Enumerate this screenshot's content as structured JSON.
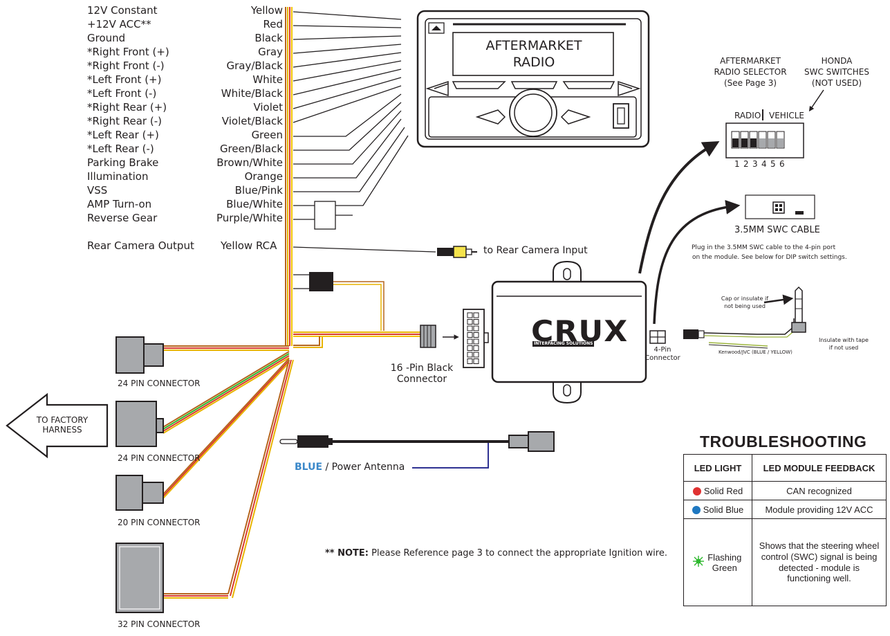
{
  "functions": [
    "12V Constant",
    "+12V ACC**",
    "Ground",
    "*Right Front (+)",
    "*Right Front (-)",
    "*Left Front (+)",
    "*Left Front (-)",
    "*Right Rear (+)",
    "*Right Rear (-)",
    "*Left Rear (+)",
    "*Left Rear (-)",
    "Parking Brake",
    "Illumination",
    "VSS",
    "AMP Turn-on",
    "Reverse Gear"
  ],
  "wire_colors": [
    "Yellow",
    "Red",
    "Black",
    "Gray",
    "Gray/Black",
    "White",
    "White/Black",
    "Violet",
    "Violet/Black",
    "Green",
    "Green/Black",
    "Brown/White",
    "Orange",
    "Blue/Pink",
    "Blue/White",
    "Purple/White"
  ],
  "rear_camera": {
    "function": "Rear Camera Output",
    "color": "Yellow RCA",
    "target": "to Rear Camera Input"
  },
  "radio": {
    "line1": "AFTERMARKET",
    "line2": "RADIO"
  },
  "selector": {
    "l1": "AFTERMARKET",
    "l2": "RADIO SELECTOR",
    "l3": "(See Page 3)",
    "radio": "RADIO",
    "vehicle": "VEHICLE",
    "numbers": [
      "1",
      "2",
      "3",
      "4",
      "5",
      "6"
    ]
  },
  "honda": {
    "l1": "HONDA",
    "l2": "SWC SWITCHES",
    "l3": "(NOT USED)"
  },
  "swc_cable": {
    "title": "3.5MM SWC CABLE",
    "note1": "Plug in the 3.5MM SWC cable to the 4-pin port",
    "note2": "on the module. See below for DIP switch settings."
  },
  "cap_note": {
    "l1": "Cap or insulate if",
    "l2": "not being used"
  },
  "tape_note": {
    "l1": "Insulate with tape",
    "l2": "if not used"
  },
  "kenwood": "Kenwood/JVC (BLUE / YELLOW)",
  "four_pin": {
    "l1": "4-Pin",
    "l2": "Connector"
  },
  "sixteen_pin": {
    "l1": "16 -Pin Black",
    "l2": "Connector"
  },
  "crux": {
    "name": "CRUX",
    "sub": "INTERFACING SOLUTIONS"
  },
  "connectors": [
    "24 PIN CONNECTOR",
    "24 PIN CONNECTOR",
    "20 PIN CONNECTOR",
    "32 PIN CONNECTOR"
  ],
  "factory": {
    "l1": "TO FACTORY",
    "l2": "HARNESS"
  },
  "antenna": {
    "blue": "BLUE",
    "rest": " / Power Antenna"
  },
  "note": {
    "bold": "** NOTE:",
    "text": " Please Reference page 3 to connect the appropriate Ignition wire."
  },
  "troubleshooting": {
    "title": "TROUBLESHOOTING",
    "headers": [
      "LED LIGHT",
      "LED MODULE FEEDBACK"
    ],
    "rows": [
      {
        "led": "Solid Red",
        "color": "#e03131",
        "feedback": "CAN recognized"
      },
      {
        "led": "Solid Blue",
        "color": "#1f78c1",
        "feedback": "Module providing 12V ACC"
      },
      {
        "led": "Flashing Green",
        "color": "#2eb82e",
        "feedback": "Shows that the steering wheel control (SWC) signal is being detected - module is functioning well."
      }
    ]
  },
  "colors": {
    "red": "#e03131",
    "blue": "#1f78c1",
    "green": "#2eb82e",
    "antenna_blue": "#3b88c9",
    "wire_blue": "#2e3192"
  }
}
